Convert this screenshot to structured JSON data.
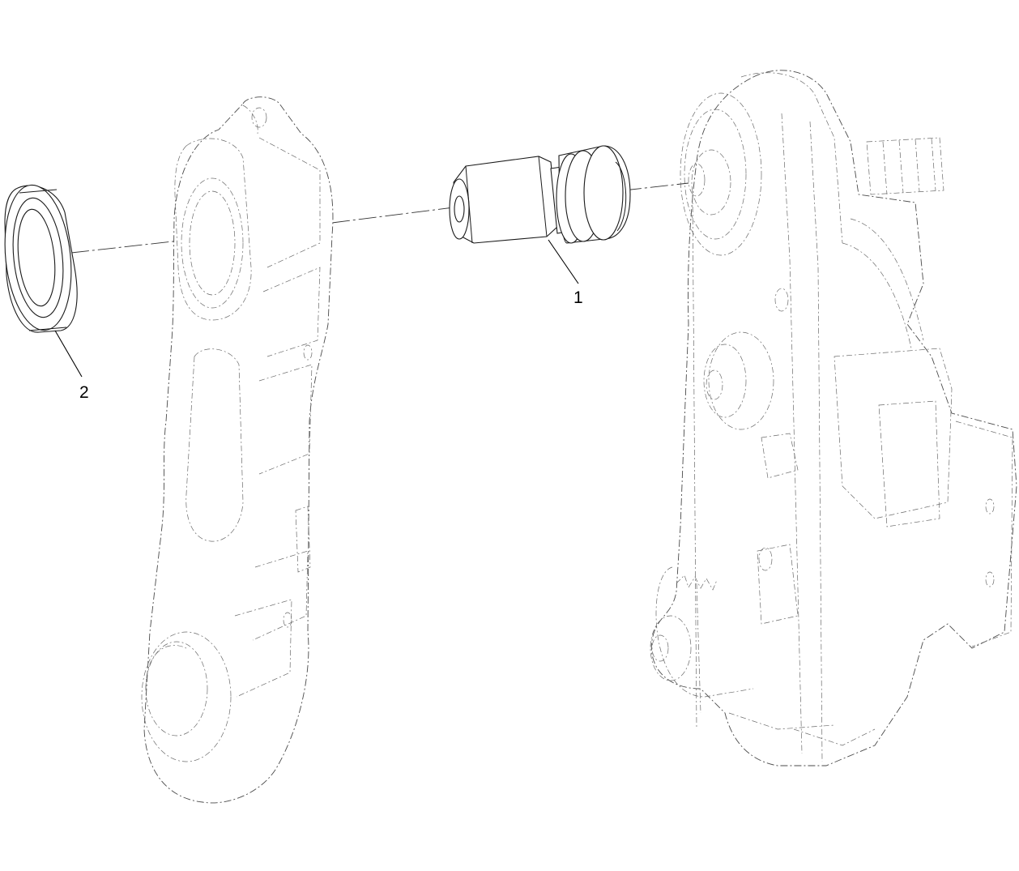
{
  "diagram": {
    "callouts": [
      {
        "id": "1",
        "label": "1"
      },
      {
        "id": "2",
        "label": "2"
      }
    ],
    "colors": {
      "line": "#1a1a1a",
      "ghost_line": "#4a4a4a",
      "background": "#ffffff"
    }
  }
}
